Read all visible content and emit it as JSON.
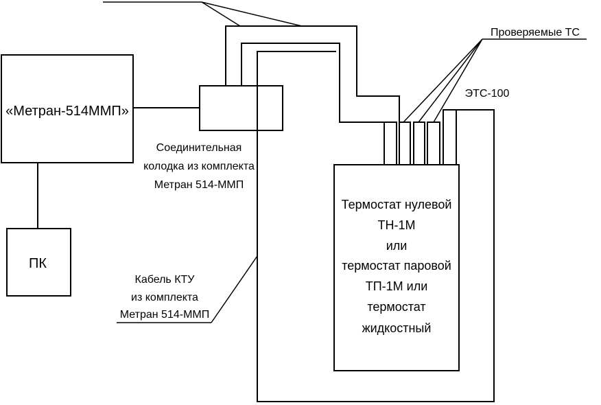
{
  "labels": {
    "device": "«Метран-514ММП»",
    "pc": "ПК",
    "connector_box": [
      "Соединительная",
      "колодка из комплекта",
      "Метран 514-ММП"
    ],
    "cable": [
      "Кабель КТУ",
      "из комплекта",
      "Метран 514-ММП"
    ],
    "checked_sensors": "Проверяемые ТС",
    "reference_sensor": "ЭТС-100",
    "thermostat": [
      "Термостат нулевой",
      "ТН-1М",
      "или",
      "термостат паровой",
      "ТП-1М или",
      "термостат",
      "жидкостный"
    ]
  },
  "colors": {
    "line": "#000000",
    "background": "#ffffff"
  }
}
